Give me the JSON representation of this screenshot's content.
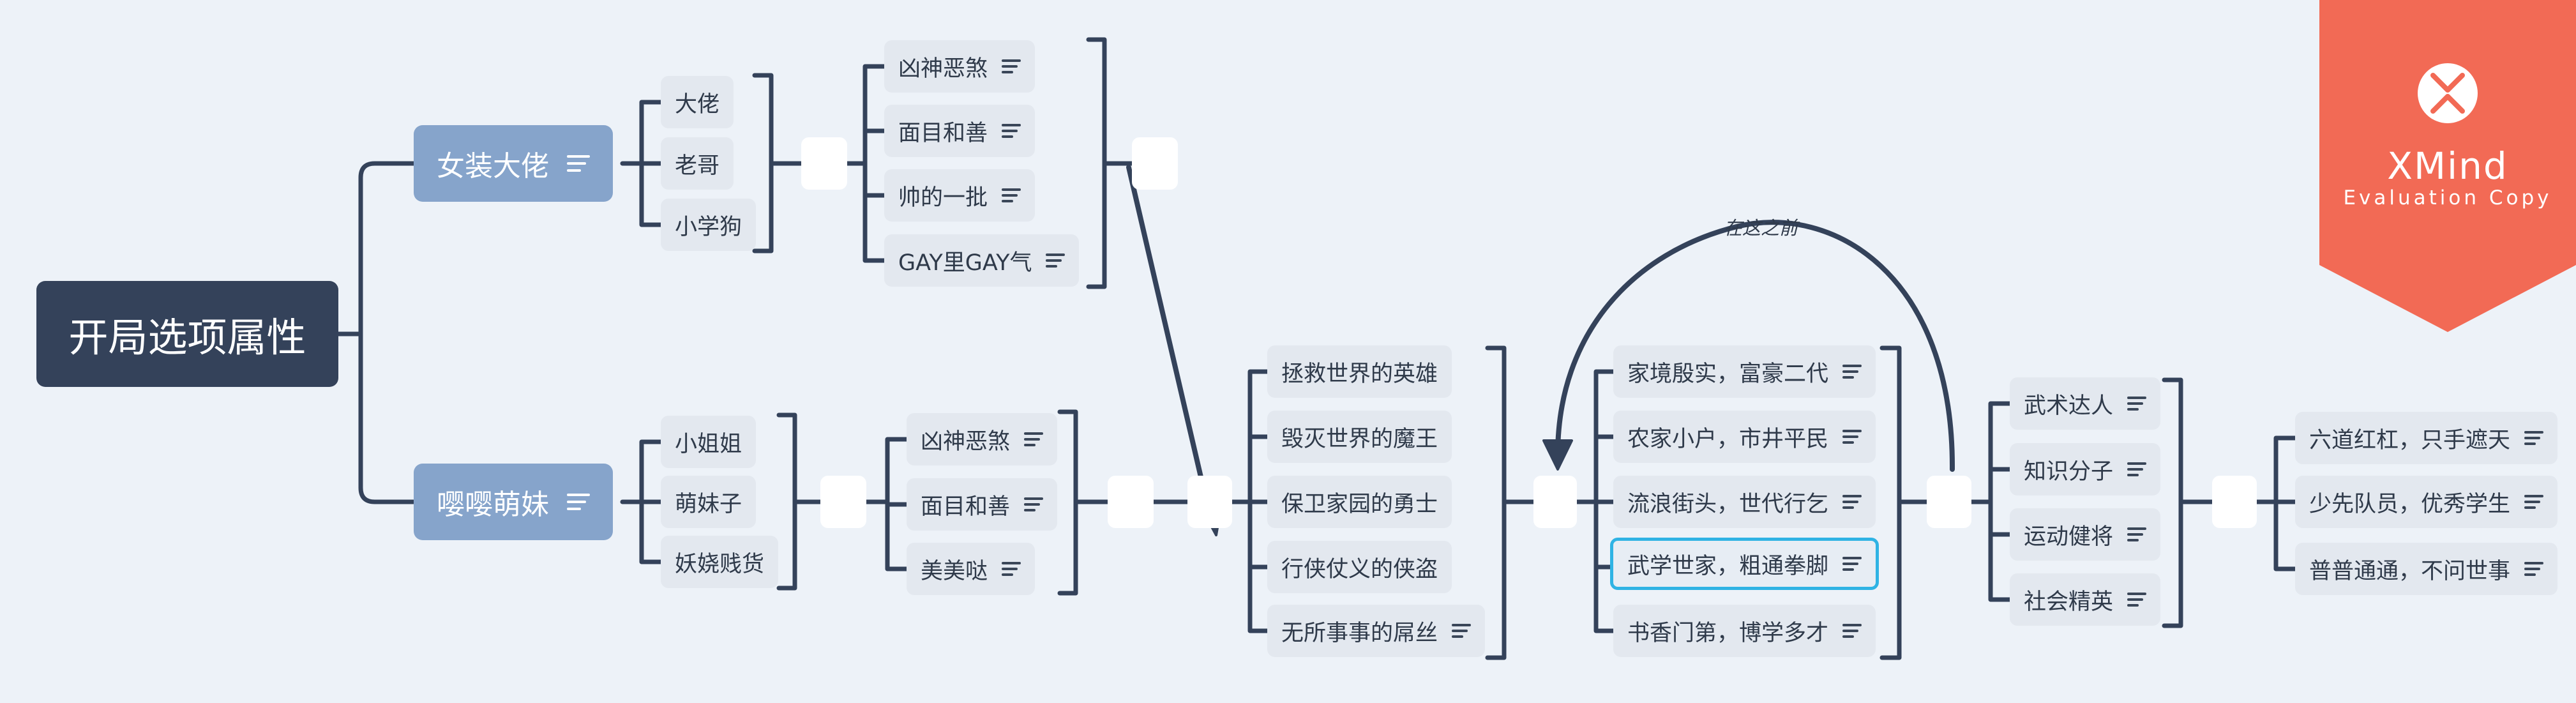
{
  "root": {
    "label": "开局选项属性"
  },
  "branches": {
    "nuzhuang": {
      "label": "女装大佬",
      "items": [
        "大佬",
        "老哥",
        "小学狗"
      ],
      "traits": [
        "凶神恶煞",
        "面目和善",
        "帅的一批",
        "GAY里GAY气"
      ]
    },
    "mengmei": {
      "label": "嘤嘤萌妹",
      "items": [
        "小姐姐",
        "萌妹子",
        "妖娆贱货"
      ],
      "traits": [
        "凶神恶煞",
        "面目和善",
        "美美哒"
      ]
    }
  },
  "goals": [
    "拯救世界的英雄",
    "毁灭世界的魔王",
    "保卫家园的勇士",
    "行侠仗义的侠盗",
    "无所事事的屌丝"
  ],
  "backgrounds": [
    "家境殷实，富豪二代",
    "农家小户，市井平民",
    "流浪街头，世代行乞",
    "武学世家，粗通拳脚",
    "书香门第，博学多才"
  ],
  "professions": [
    "武术达人",
    "知识分子",
    "运动健将",
    "社会精英"
  ],
  "youth": [
    "六道红杠，只手遮天",
    "少先队员，优秀学生",
    "普普通通，不问世事"
  ],
  "relationship": {
    "label": "在这之前"
  },
  "watermark": {
    "brand": "XMind",
    "subtitle": "Evaluation Copy"
  },
  "colors": {
    "background": "#edf2f8",
    "root": "#34425a",
    "main_topic": "#86a4cb",
    "subtopic": "#e3e8ef",
    "line": "#34425a",
    "selection": "#2fb3e4",
    "watermark": "#f26a55"
  }
}
